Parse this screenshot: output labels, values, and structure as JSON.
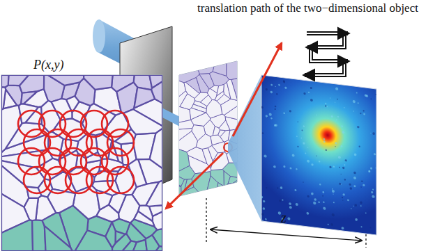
{
  "diagram": {
    "labels": [
      "translation path of the two−dimensional object",
      "P(x,y)",
      "z"
    ]
  }
}
